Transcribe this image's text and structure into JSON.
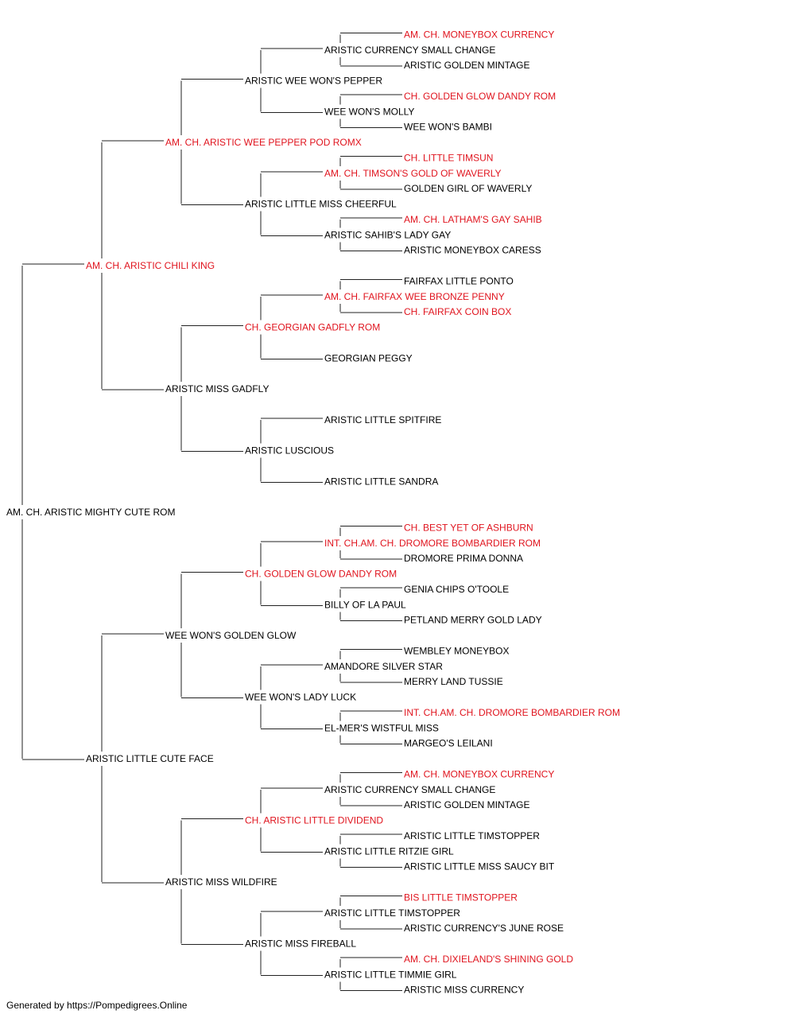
{
  "colors": {
    "champion": "#e0141e",
    "normal": "#000000",
    "connector": "#222222"
  },
  "footer": "Generated by https://Pompedigrees.Online",
  "pedigree": {
    "name": "AM. CH. ARISTIC MIGHTY CUTE ROM",
    "champion": false,
    "sire": {
      "name": "AM. CH. ARISTIC CHILI KING",
      "champion": true,
      "sire": {
        "name": "AM. CH. ARISTIC WEE PEPPER POD ROMX",
        "champion": true,
        "sire": {
          "name": "ARISTIC WEE WON'S PEPPER",
          "champion": false,
          "sire": {
            "name": "ARISTIC CURRENCY SMALL CHANGE",
            "champion": false,
            "sire": {
              "name": "AM. CH. MONEYBOX CURRENCY",
              "champion": true
            },
            "dam": {
              "name": "ARISTIC GOLDEN MINTAGE",
              "champion": false
            }
          },
          "dam": {
            "name": "WEE WON'S MOLLY",
            "champion": false,
            "sire": {
              "name": "CH. GOLDEN GLOW DANDY ROM",
              "champion": true
            },
            "dam": {
              "name": "WEE WON'S BAMBI",
              "champion": false
            }
          }
        },
        "dam": {
          "name": "ARISTIC LITTLE MISS CHEERFUL",
          "champion": false,
          "sire": {
            "name": "AM. CH. TIMSON'S GOLD OF WAVERLY",
            "champion": true,
            "sire": {
              "name": "CH. LITTLE TIMSUN",
              "champion": true
            },
            "dam": {
              "name": "GOLDEN GIRL OF WAVERLY",
              "champion": false
            }
          },
          "dam": {
            "name": "ARISTIC SAHIB'S LADY GAY",
            "champion": false,
            "sire": {
              "name": "AM. CH. LATHAM'S GAY SAHIB",
              "champion": true
            },
            "dam": {
              "name": "ARISTIC MONEYBOX CARESS",
              "champion": false
            }
          }
        }
      },
      "dam": {
        "name": "ARISTIC MISS GADFLY",
        "champion": false,
        "sire": {
          "name": "CH. GEORGIAN GADFLY ROM",
          "champion": true,
          "sire": {
            "name": "AM. CH. FAIRFAX WEE BRONZE PENNY",
            "champion": true,
            "sire": {
              "name": "FAIRFAX LITTLE PONTO",
              "champion": false
            },
            "dam": {
              "name": "CH. FAIRFAX COIN BOX",
              "champion": true
            }
          },
          "dam": {
            "name": "GEORGIAN PEGGY",
            "champion": false
          }
        },
        "dam": {
          "name": "ARISTIC LUSCIOUS",
          "champion": false,
          "sire": {
            "name": "ARISTIC LITTLE SPITFIRE",
            "champion": false
          },
          "dam": {
            "name": "ARISTIC LITTLE SANDRA",
            "champion": false
          }
        }
      }
    },
    "dam": {
      "name": "ARISTIC LITTLE CUTE FACE",
      "champion": false,
      "sire": {
        "name": "WEE WON'S GOLDEN GLOW",
        "champion": false,
        "sire": {
          "name": "CH. GOLDEN GLOW DANDY ROM",
          "champion": true,
          "sire": {
            "name": "INT. CH.AM. CH. DROMORE BOMBARDIER ROM",
            "champion": true,
            "sire": {
              "name": "CH. BEST YET OF ASHBURN",
              "champion": true
            },
            "dam": {
              "name": "DROMORE PRIMA DONNA",
              "champion": false
            }
          },
          "dam": {
            "name": "BILLY OF LA PAUL",
            "champion": false,
            "sire": {
              "name": "GENIA CHIPS O'TOOLE",
              "champion": false
            },
            "dam": {
              "name": "PETLAND MERRY GOLD LADY",
              "champion": false
            }
          }
        },
        "dam": {
          "name": "WEE WON'S LADY LUCK",
          "champion": false,
          "sire": {
            "name": "AMANDORE SILVER STAR",
            "champion": false,
            "sire": {
              "name": "WEMBLEY MONEYBOX",
              "champion": false
            },
            "dam": {
              "name": "MERRY LAND TUSSIE",
              "champion": false
            }
          },
          "dam": {
            "name": "EL-MER'S WISTFUL MISS",
            "champion": false,
            "sire": {
              "name": "INT. CH.AM. CH. DROMORE BOMBARDIER ROM",
              "champion": true
            },
            "dam": {
              "name": "MARGEO'S LEILANI",
              "champion": false
            }
          }
        }
      },
      "dam": {
        "name": "ARISTIC MISS WILDFIRE",
        "champion": false,
        "sire": {
          "name": "CH. ARISTIC LITTLE DIVIDEND",
          "champion": true,
          "sire": {
            "name": "ARISTIC CURRENCY SMALL CHANGE",
            "champion": false,
            "sire": {
              "name": "AM. CH. MONEYBOX CURRENCY",
              "champion": true
            },
            "dam": {
              "name": "ARISTIC GOLDEN MINTAGE",
              "champion": false
            }
          },
          "dam": {
            "name": "ARISTIC LITTLE RITZIE GIRL",
            "champion": false,
            "sire": {
              "name": "ARISTIC LITTLE TIMSTOPPER",
              "champion": false
            },
            "dam": {
              "name": "ARISTIC LITTLE MISS SAUCY BIT",
              "champion": false
            }
          }
        },
        "dam": {
          "name": "ARISTIC MISS FIREBALL",
          "champion": false,
          "sire": {
            "name": "ARISTIC LITTLE TIMSTOPPER",
            "champion": false,
            "sire": {
              "name": "BIS LITTLE TIMSTOPPER",
              "champion": true
            },
            "dam": {
              "name": "ARISTIC CURRENCY'S JUNE ROSE",
              "champion": false
            }
          },
          "dam": {
            "name": "ARISTIC LITTLE TIMMIE GIRL",
            "champion": false,
            "sire": {
              "name": "AM. CH. DIXIELAND'S SHINING GOLD",
              "champion": true
            },
            "dam": {
              "name": "ARISTIC MISS CURRENCY",
              "champion": false
            }
          }
        }
      }
    }
  }
}
